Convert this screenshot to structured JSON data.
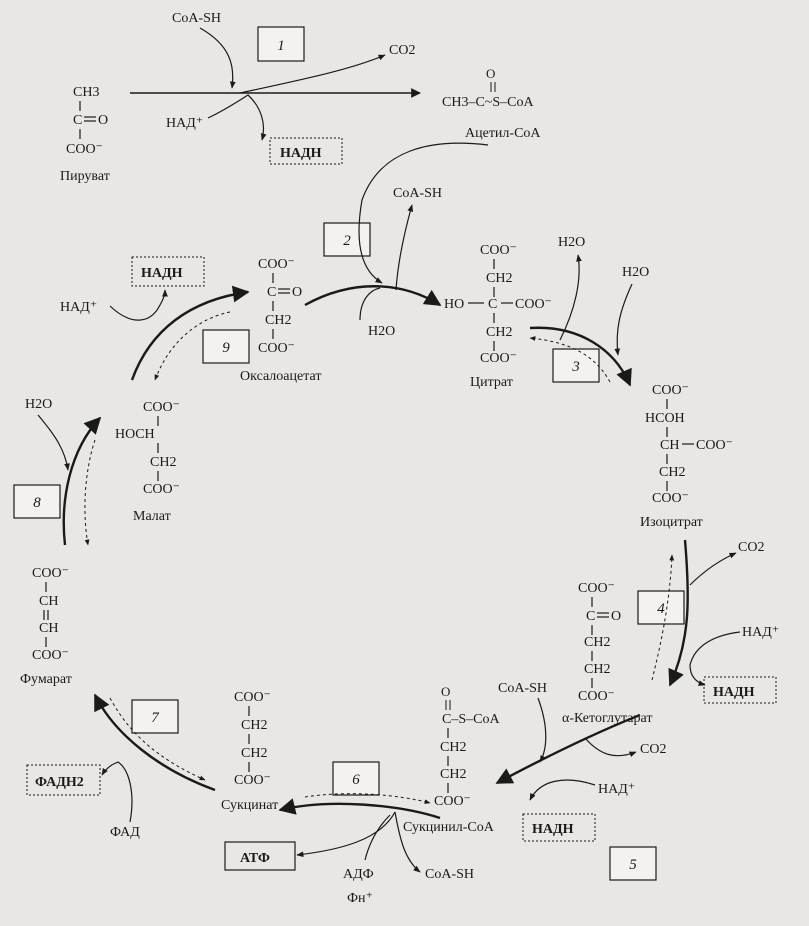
{
  "steps": [
    "1",
    "2",
    "3",
    "4",
    "5",
    "6",
    "7",
    "8",
    "9"
  ],
  "piruvat": {
    "ch3": "CH3",
    "c": "C",
    "o": "O",
    "coo": "COO⁻",
    "name": "Пируват"
  },
  "acetylcoa": {
    "formula": "CH3–C~S–CoA",
    "name": "Ацетил-CoA",
    "o": "O"
  },
  "oxaloacetate": {
    "coo1": "COO⁻",
    "c": "C",
    "o": "O",
    "ch2": "CH2",
    "coo2": "COO⁻",
    "name": "Оксалоацетат"
  },
  "citrate": {
    "coo1": "COO⁻",
    "ch2a": "CH2",
    "ho": "HO",
    "c": "C",
    "coo_side": "COO⁻",
    "ch2b": "CH2",
    "coo3": "COO⁻",
    "name": "Цитрат"
  },
  "isocitrate": {
    "coo1": "COO⁻",
    "hcoh": "HCOH",
    "ch": "CH",
    "coo_side": "COO⁻",
    "ch2": "CH2",
    "coo2": "COO⁻",
    "name": "Изоцитрат"
  },
  "akg": {
    "coo1": "COO⁻",
    "c": "C",
    "o": "O",
    "ch2a": "CH2",
    "ch2b": "CH2",
    "coo2": "COO⁻",
    "name": "α-Кетоглутарат"
  },
  "succinylcoa": {
    "top": "C–S–CoA",
    "o": "O",
    "ch2a": "CH2",
    "ch2b": "CH2",
    "coo": "COO⁻",
    "name": "Сукцинил-CoA"
  },
  "succinate": {
    "coo1": "COO⁻",
    "ch2a": "CH2",
    "ch2b": "CH2",
    "coo2": "COO⁻",
    "name": "Сукцинат"
  },
  "fumarate": {
    "coo1": "COO⁻",
    "ch1": "CH",
    "ch2": "CH",
    "coo2": "COO⁻",
    "name": "Фумарат"
  },
  "malate": {
    "coo1": "COO⁻",
    "ch": "HOCH",
    "ch2": "CH2",
    "coo2": "COO⁻",
    "name": "Малат"
  },
  "cofactors": {
    "coash": "CoA-SH",
    "co2": "CO2",
    "nad": "НАД⁺",
    "nadh": "НАДН",
    "h2o": "H2O",
    "fad": "ФАД",
    "fadh2": "ФАДН2",
    "atp": "АТФ",
    "adp": "АДФ",
    "pi": "Фн⁺"
  }
}
